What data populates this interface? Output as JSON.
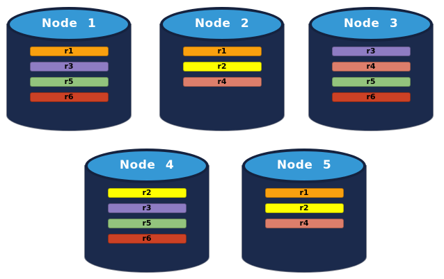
{
  "diagram": {
    "background": "#ffffff",
    "cylinder_body_color": "#1b2a4c",
    "cylinder_top_color": "#3598d5",
    "cylinder_rim_color": "#15223f",
    "title_text_color": "#ffffff",
    "replica_text_color": "#000000",
    "replica_colors": {
      "r1": "#f9a00f",
      "r2": "#ffff00",
      "r3": "#8e7cc3",
      "r4": "#dd7e6b",
      "r5": "#93c47d",
      "r6": "#cc4125"
    },
    "nodes": [
      {
        "label": "Node 1",
        "replicas": [
          "r1",
          "r3",
          "r5",
          "r6"
        ]
      },
      {
        "label": "Node 2",
        "replicas": [
          "r1",
          "r2",
          "r4"
        ]
      },
      {
        "label": "Node 3",
        "replicas": [
          "r3",
          "r4",
          "r5",
          "r6"
        ]
      },
      {
        "label": "Node 4",
        "replicas": [
          "r2",
          "r3",
          "r5",
          "r6"
        ]
      },
      {
        "label": "Node 5",
        "replicas": [
          "r1",
          "r2",
          "r4"
        ]
      }
    ]
  }
}
